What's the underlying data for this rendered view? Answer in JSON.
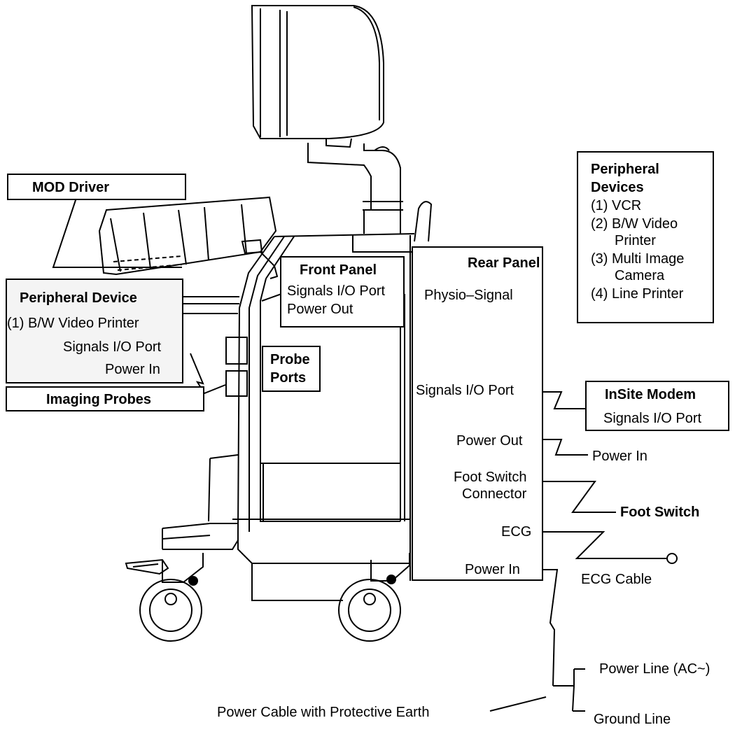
{
  "labels": {
    "mod_driver": "MOD Driver",
    "peripheral_device_title": "Peripheral Device",
    "peripheral_device_item": "(1) B/W Video Printer",
    "peripheral_device_signals": "Signals I/O Port",
    "peripheral_device_power": "Power In",
    "imaging_probes": "Imaging Probes",
    "probe_ports_line1": "Probe",
    "probe_ports_line2": "Ports",
    "front_panel_title": "Front Panel",
    "front_panel_signals": "Signals I/O Port",
    "front_panel_power": "Power Out",
    "rear_panel_title": "Rear Panel",
    "rear_physio": "Physio–Signal",
    "rear_signals": "Signals I/O Port",
    "rear_power_out": "Power Out",
    "rear_foot_line1": "Foot Switch",
    "rear_foot_line2": "Connector",
    "rear_ecg": "ECG",
    "rear_power_in": "Power In",
    "insite_title": "InSite Modem",
    "insite_signals": "Signals I/O Port",
    "power_in_ext": "Power In",
    "foot_switch": "Foot Switch",
    "ecg_cable": "ECG Cable",
    "power_cable": "Power Cable with Protective Earth",
    "power_line": "Power Line (AC~)",
    "ground_line": "Ground Line",
    "devices_title1": "Peripheral",
    "devices_title2": "Devices",
    "devices_1": "(1) VCR",
    "devices_2a": "(2) B/W Video",
    "devices_2b": "Printer",
    "devices_3a": "(3) Multi Image",
    "devices_3b": "Camera",
    "devices_4": "(4) Line Printer"
  }
}
